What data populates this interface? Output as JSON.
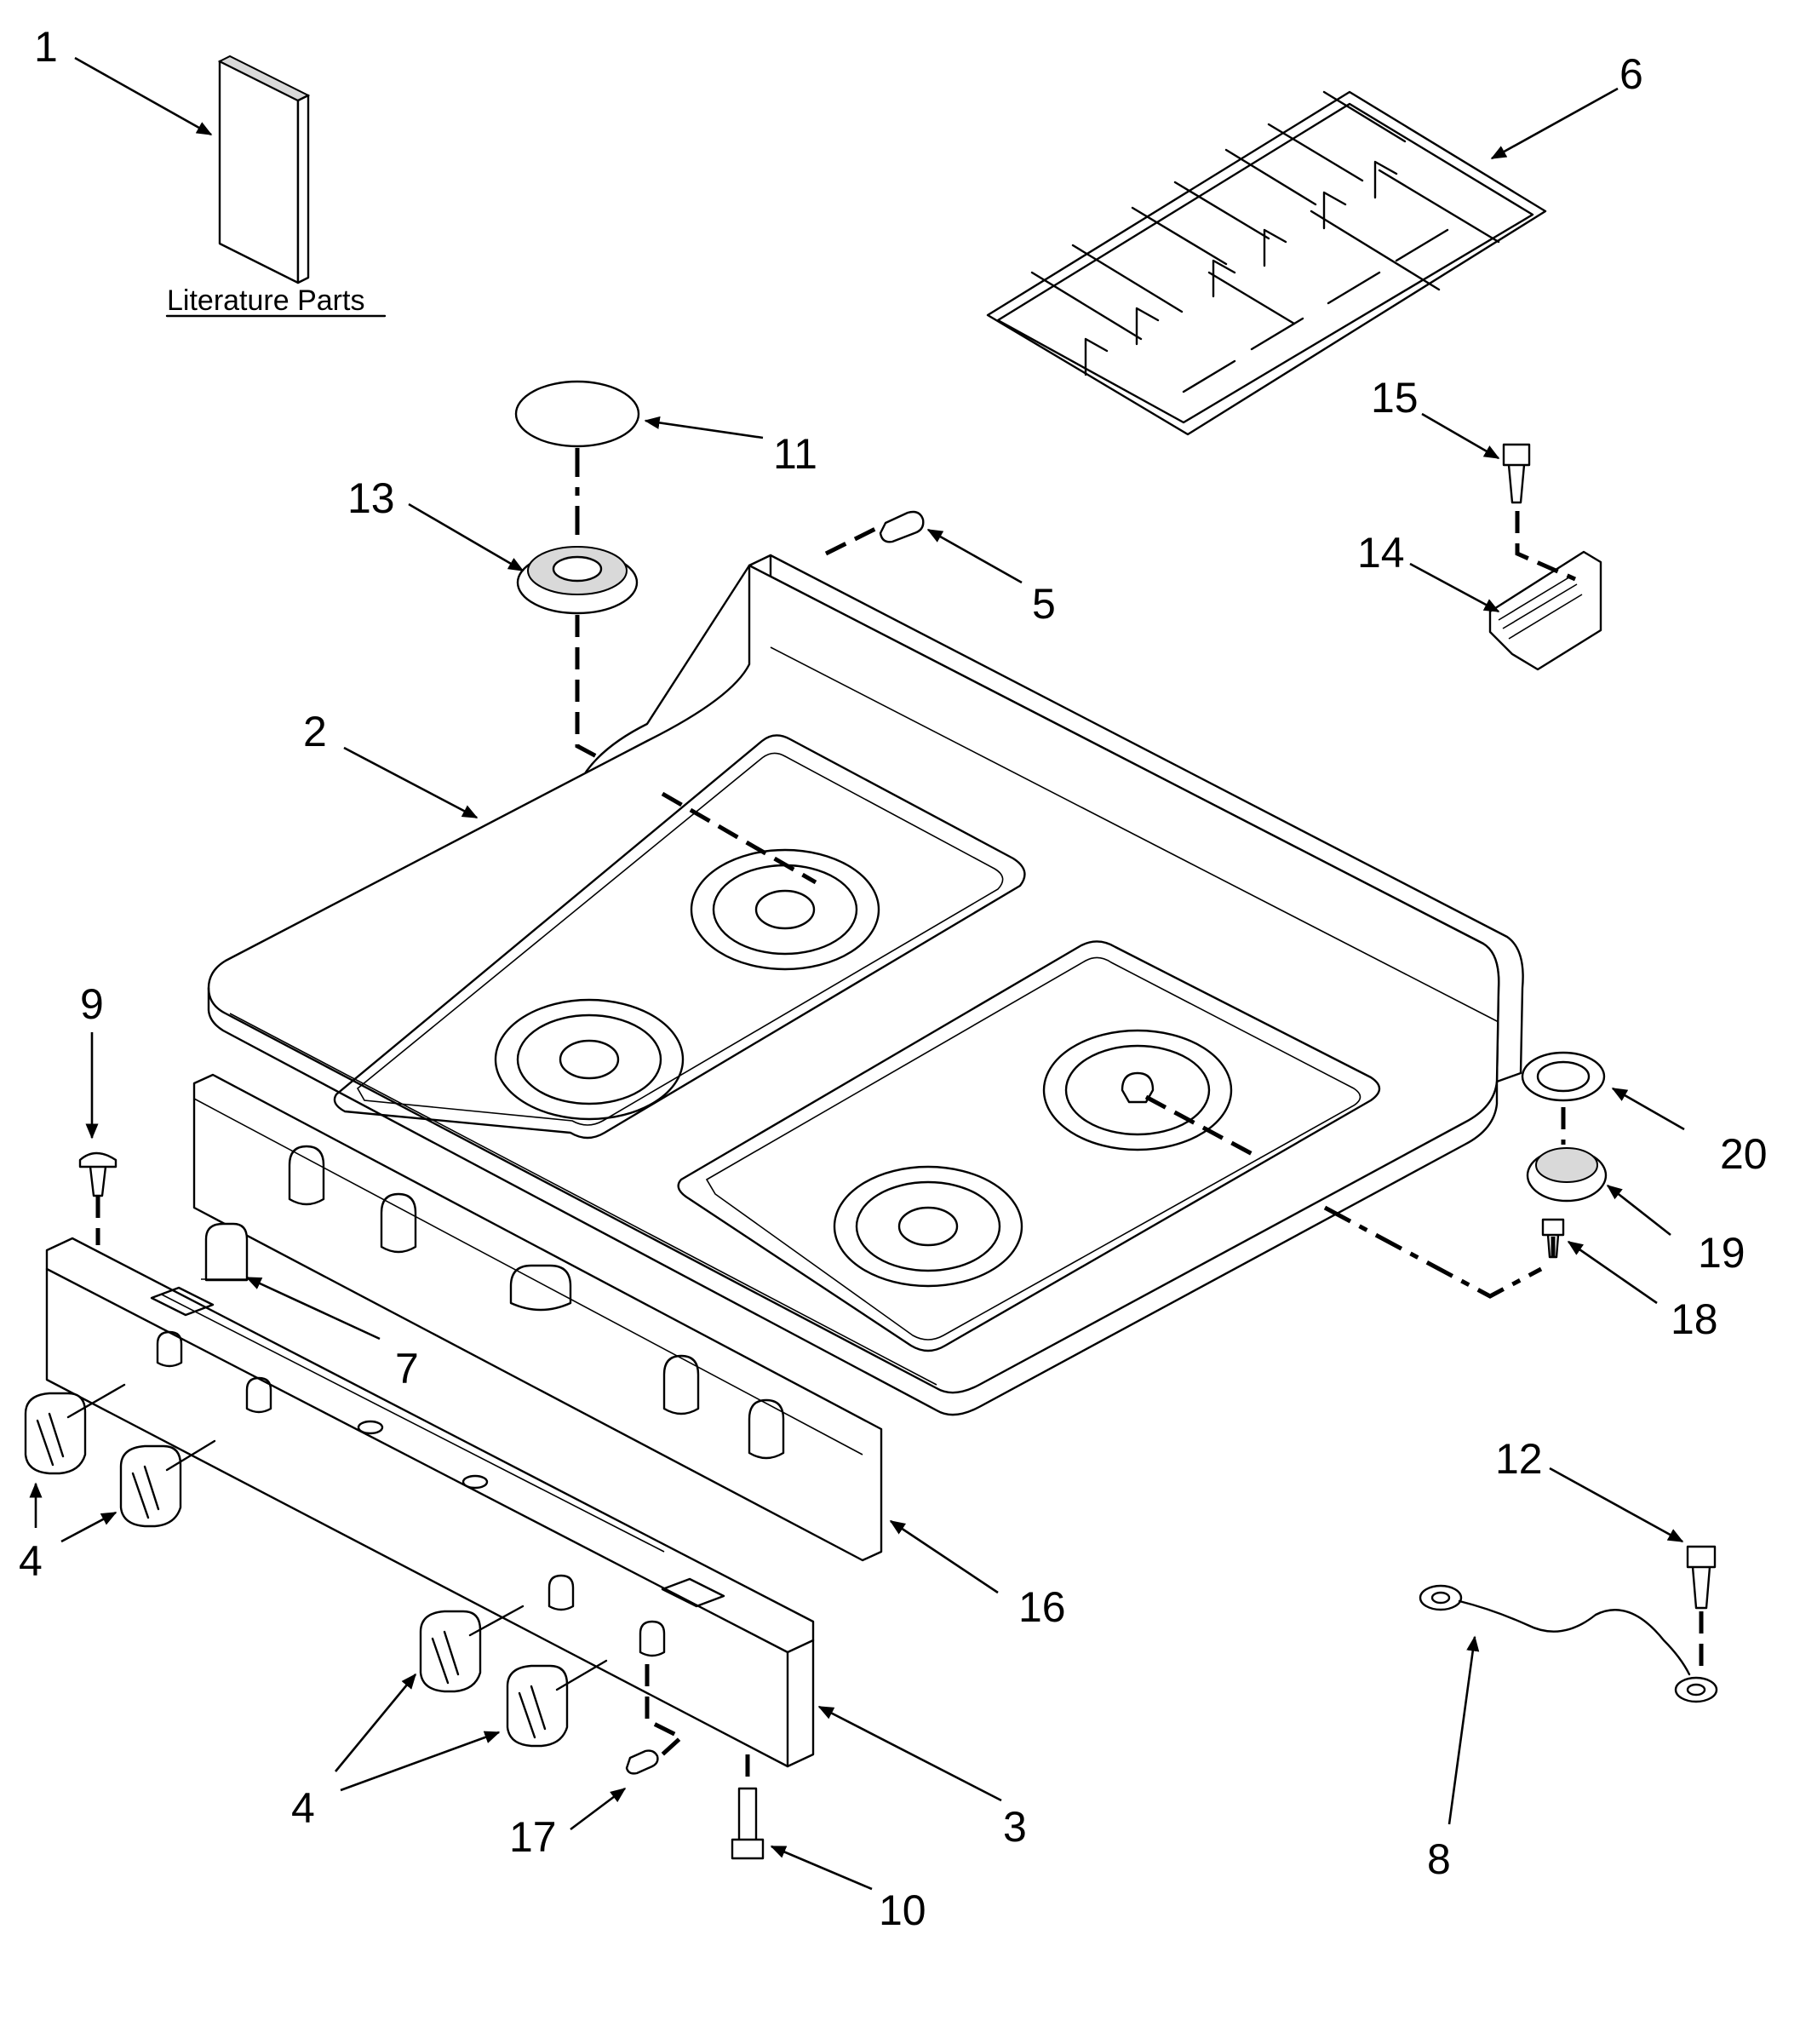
{
  "literature_label": "Literature Parts",
  "callouts": {
    "c1": "1",
    "c2": "2",
    "c3": "3",
    "c4a": "4",
    "c4b": "4",
    "c5": "5",
    "c6": "6",
    "c7": "7",
    "c8": "8",
    "c9": "9",
    "c10": "10",
    "c11": "11",
    "c12": "12",
    "c13": "13",
    "c14": "14",
    "c15": "15",
    "c16": "16",
    "c17": "17",
    "c18": "18",
    "c19": "19",
    "c20": "20"
  }
}
